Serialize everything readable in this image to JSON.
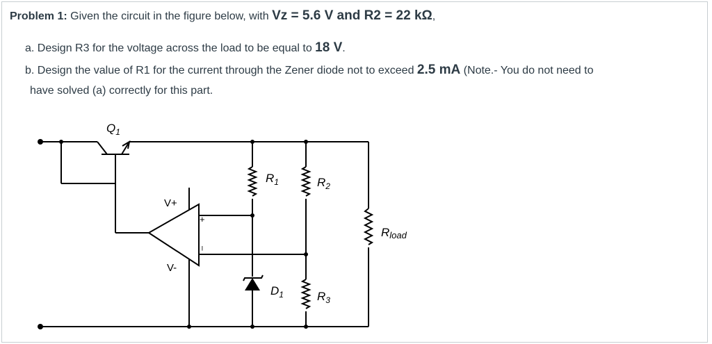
{
  "problem": {
    "title": "Problem 1:",
    "intro": " Given the circuit in the figure below, with ",
    "givens": "Vz = 5.6 V and R2 = 22 kΩ",
    "intro_end": ","
  },
  "parts": {
    "a": {
      "marker": "a.",
      "text": "Design R3 for the voltage across the load to be equal to ",
      "value": "18 V",
      "end": "."
    },
    "b": {
      "marker": "b.",
      "text": "Design the value of R1 for the current through the Zener diode not to exceed ",
      "value": "2.5 mA",
      "text2": " (Note.- You do not need to",
      "cont": "have solved (a) correctly for this part."
    }
  },
  "circuit": {
    "q1_label": "Q",
    "q1_sub": "1",
    "r1_label": "R",
    "r1_sub": "1",
    "r2_label": "R",
    "r2_sub": "2",
    "r3_label": "R",
    "r3_sub": "3",
    "d1_label": "D",
    "d1_sub": "1",
    "rload_label": "R",
    "rload_sub": "load",
    "vplus_label": "V+",
    "vminus_label": "V-",
    "plus_sign": "+",
    "minus_sign": "–"
  }
}
